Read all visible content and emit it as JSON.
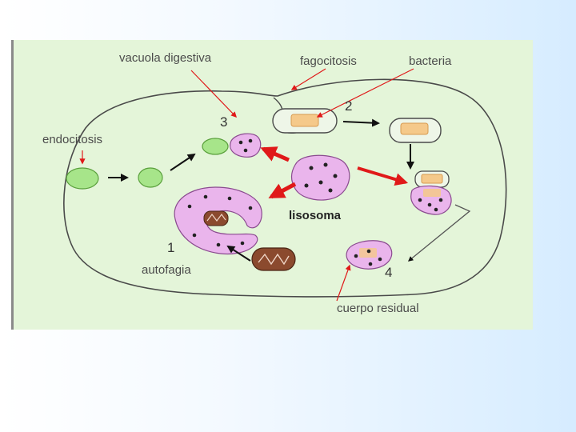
{
  "labels": {
    "vacuola_digestiva": "vacuola digestiva",
    "fagocitosis": "fagocitosis",
    "bacteria": "bacteria",
    "endocitosis": "endocitosis",
    "lisosoma": "lisosoma",
    "autofagia": "autofagia",
    "cuerpo_residual": "cuerpo residual"
  },
  "step_numbers": {
    "one": "1",
    "two": "2",
    "three": "3",
    "four": "4"
  },
  "colors": {
    "cell_fill": "#e4f5d9",
    "lysosome": "#eab5ec",
    "vesicle_green": "#a7e58a",
    "bacteria_fill": "#f5c98a",
    "mitochondria": "#8b4a2e",
    "red_arrow": "#e01919",
    "black_arrow": "#111111"
  }
}
